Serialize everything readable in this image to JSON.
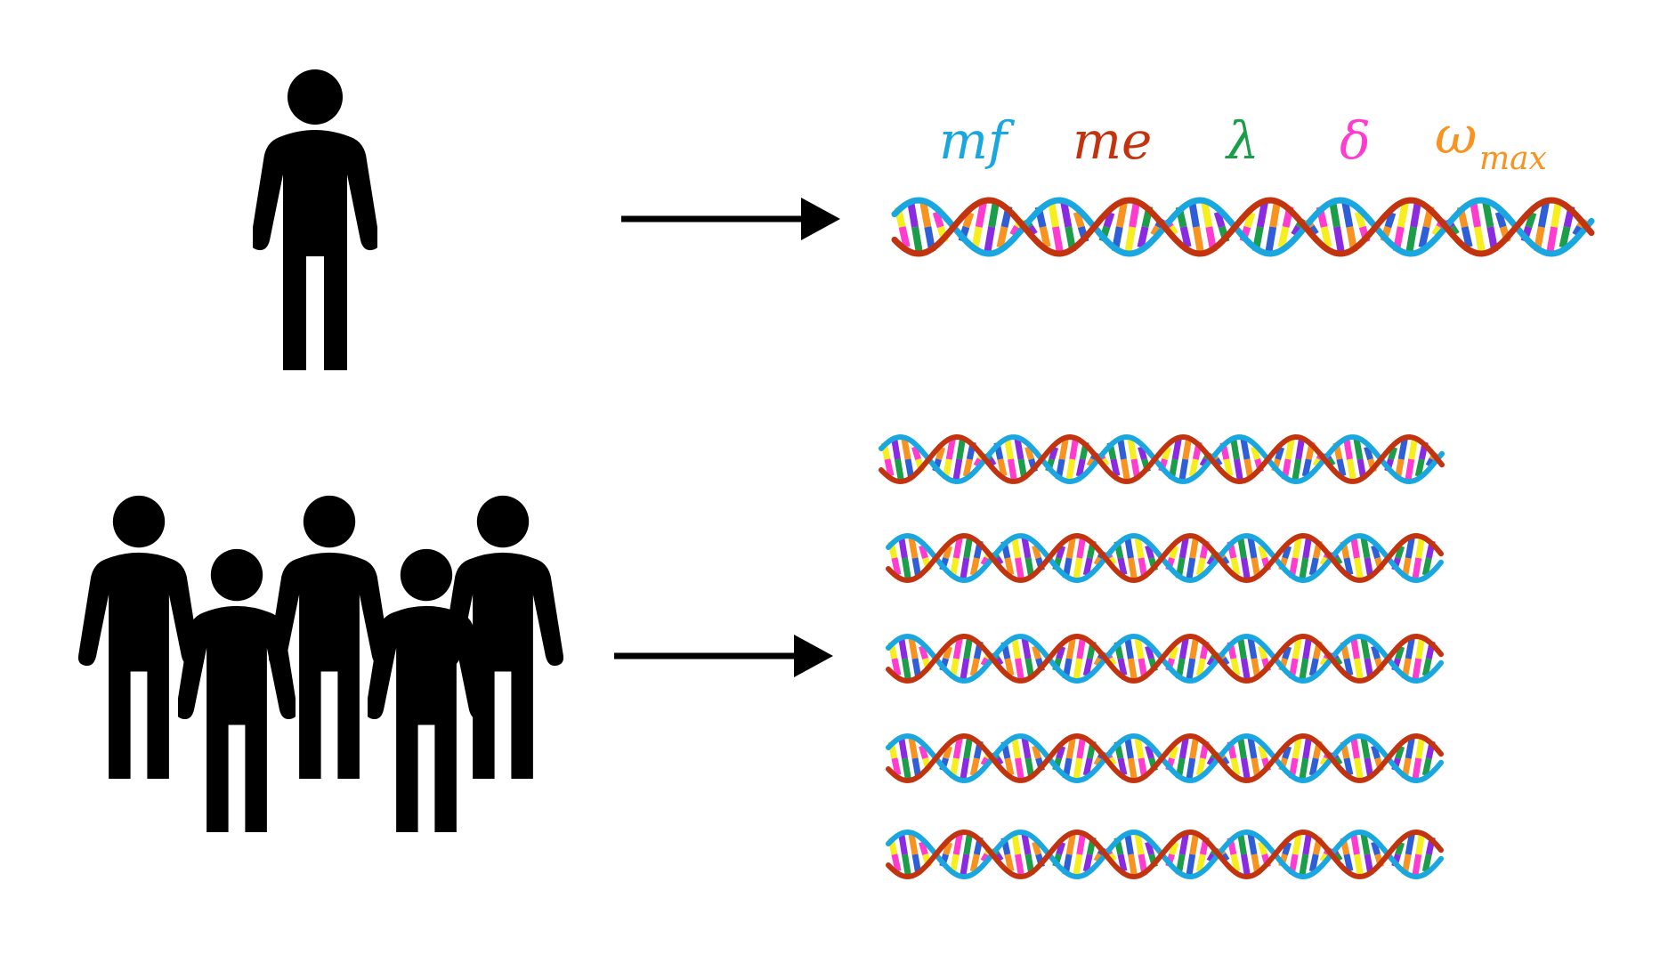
{
  "colors": {
    "strand_a": "#1aa7e0",
    "strand_b": "#c1340f",
    "rungs": [
      "#f6ef1d",
      "#8a2be2",
      "#f7931e",
      "#ff3ccf",
      "#1b9d4a",
      "#2f5fd6"
    ],
    "ink": "#000000"
  },
  "parameters": [
    {
      "text": "mf",
      "color": "#1aa7e0"
    },
    {
      "text": "me",
      "color": "#c1340f"
    },
    {
      "text": "λ",
      "color": "#1b9d4a"
    },
    {
      "text": "δ",
      "color": "#ff3ccf"
    },
    {
      "text": "ω",
      "sub": "max",
      "color": "#f7931e"
    }
  ],
  "rows": {
    "single": {
      "people": 1,
      "dna_strands": 1
    },
    "population": {
      "people": 5,
      "dna_strands": 5
    }
  },
  "icons": [
    "person-icon",
    "arrow-right-icon",
    "dna-helix-icon"
  ]
}
